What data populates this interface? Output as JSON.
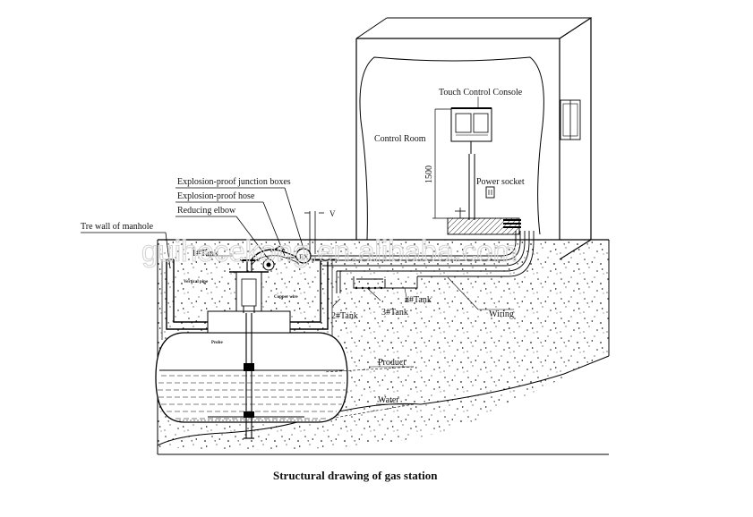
{
  "diagram": {
    "title": "Structural drawing of gas station",
    "watermark": "guihecekong.en.alibaba.com",
    "labels": {
      "touch_console": "Touch Control Console",
      "control_room": "Control Room",
      "power_socket": "Power socket",
      "dimension": "1500",
      "explosion_boxes": "Explosion-proof junction boxes",
      "explosion_hose": "Explosion-proof hose",
      "reducing_elbow": "Reducing elbow",
      "manhole_wall": "Tre wall of manhole",
      "tank1": "1#Tank",
      "tank2": "2#Tank",
      "tank3": "3#Tank",
      "tankn": "n#Tank",
      "vertical_pipe": "Vertical pipe",
      "copper_wire": "Copper wire",
      "probe": "Probe",
      "product": "Product",
      "water": "Water",
      "wiring": "Wiring",
      "junction_box_tag": "EX"
    }
  }
}
